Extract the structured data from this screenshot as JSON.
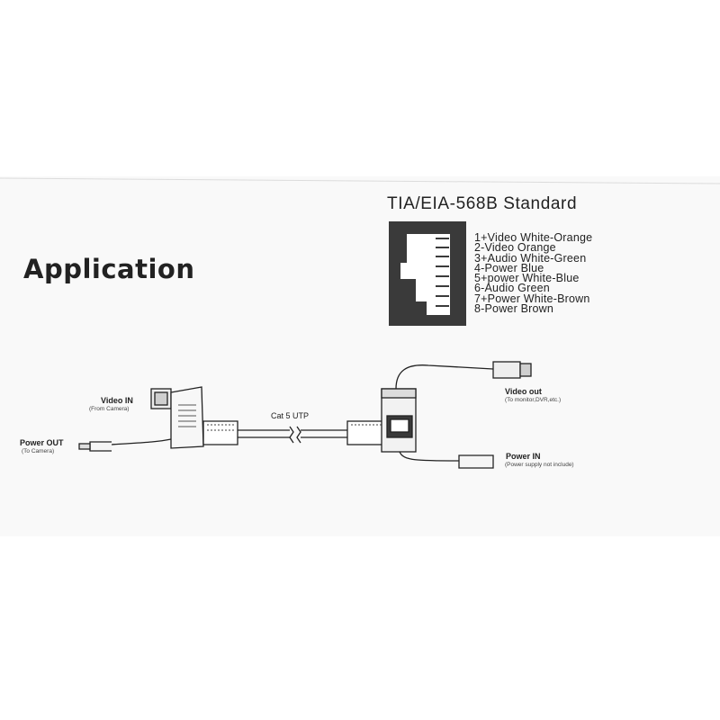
{
  "heading": "Application",
  "standard": {
    "title": "TIA/EIA-568B Standard",
    "pins": [
      "1+Video  White-Orange",
      "2-Video  Orange",
      "3+Audio  White-Green",
      "4-Power  Blue",
      "5+power  White-Blue",
      "6-Audio  Green",
      "7+Power  White-Brown",
      "8-Power  Brown"
    ]
  },
  "labels": {
    "video_in": "Video IN",
    "video_in_sub": "(From Camera)",
    "power_out": "Power OUT",
    "power_out_sub": "(To Camera)",
    "cable": "Cat 5 UTP",
    "video_out": "Video out",
    "video_out_sub": "(To monitor,DVR,etc.)",
    "power_in": "Power IN",
    "power_in_sub": "(Power supply not include)"
  },
  "colors": {
    "ink": "#222222",
    "socket": "#3a3a3a",
    "background": "#ffffff",
    "scan_tint": "#f2f2f2"
  }
}
